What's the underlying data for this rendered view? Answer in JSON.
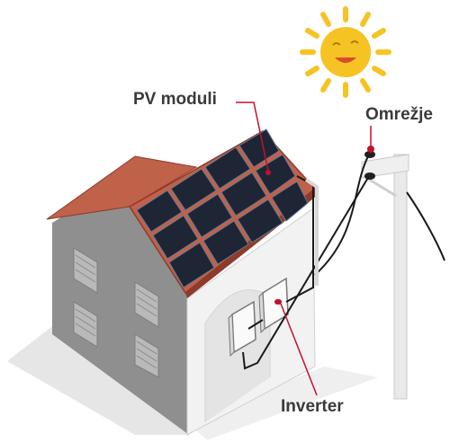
{
  "labels": {
    "pv_modules": "PV moduli",
    "grid": "Omrežje",
    "inverter": "Inverter"
  },
  "colors": {
    "roof": "#c0614a",
    "roof_edge": "#8e3b2b",
    "wall_side": "#8f8f8f",
    "wall_front": "#f2f2f2",
    "panel": "#1e2636",
    "sun": "#f6c324",
    "callout": "#c4102a",
    "cable": "#1a1a1a",
    "pole": "#e9e9e9"
  },
  "icons": {
    "sun": "sun-icon",
    "pv_array": "solar-panel-array",
    "inverter": "inverter-box",
    "meter": "meter-box",
    "pole": "utility-pole"
  }
}
